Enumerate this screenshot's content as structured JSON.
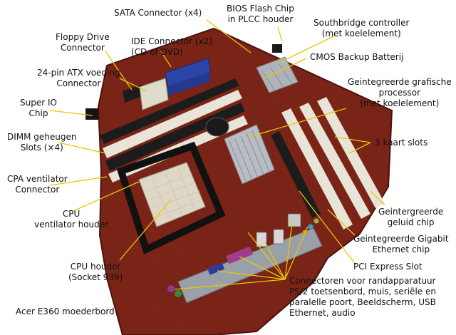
{
  "caption": "Acer E360 moederbord",
  "colors": {
    "board": "#7a2418",
    "board_dark": "#5a1a12",
    "leader": "#e8c800",
    "slot_dark": "#1c1c1c",
    "slot_light": "#e8e4d8",
    "ide_blue": "#2a44a8",
    "heatsink": "#b8bcc4",
    "port_purple": "#a23b8c",
    "port_green": "#3a8a3a",
    "io_metal": "#9aa0a8"
  },
  "labels": {
    "sata": [
      "SATA Connector (x4)"
    ],
    "bios": [
      "BIOS Flash Chip",
      "in PLCC houder"
    ],
    "southbridge": [
      "Southbridge  controller",
      "(met koelelement)"
    ],
    "floppy": [
      "Floppy Drive",
      "Connector"
    ],
    "ide": [
      "IDE Connector (x2)",
      "(CD of DVD)"
    ],
    "cmos": [
      "CMOS Backup Batterij"
    ],
    "atx": [
      "24-pin ATX voeding",
      "Connector"
    ],
    "gpu": [
      "Geintegreerde grafische",
      "processor",
      "(met koelelement)"
    ],
    "superio": [
      "Super IO",
      "Chip"
    ],
    "dimm": [
      "DIMM geheugen",
      "Slots (×4)"
    ],
    "slots3": [
      "3 kaart slots"
    ],
    "cpafan": [
      "CPA ventilator",
      "Connector"
    ],
    "audio": [
      "Geintergreerde",
      "geluid chip"
    ],
    "cpufan": [
      "CPU",
      "ventilator houder"
    ],
    "ethernet": [
      "Geintegreerde Gigabit",
      "Ethernet chip"
    ],
    "socket": [
      "CPU  houder",
      "(Socket 939)"
    ],
    "pcie": [
      "PCI Express Slot"
    ],
    "periph": [
      "Connectoren voor randapparatuur",
      "PS/2 toetsenbord, muis, seriële en",
      "paralelle poort, Beeldscherm, USB",
      "Ethernet, audio"
    ]
  }
}
